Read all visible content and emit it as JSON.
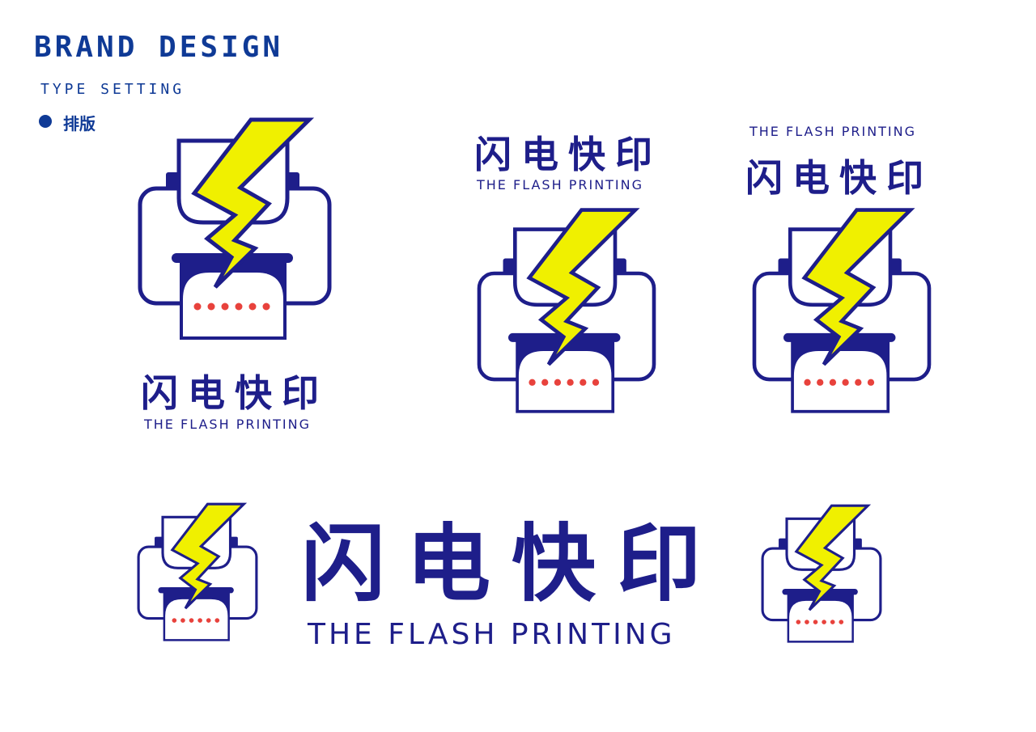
{
  "header": {
    "title": "BRAND DESIGN",
    "subtitle": "TYPE SETTING",
    "section_label": "排版"
  },
  "brand": {
    "name_cn": "闪电快印",
    "name_en": "THE FLASH PRINTING"
  },
  "colors": {
    "navy": "#1e1e8a",
    "title_blue": "#0f3a96",
    "bolt_yellow": "#f0f000",
    "dot_red": "#e8423c"
  },
  "icons": [
    "printer-lightning-logo-icon"
  ]
}
